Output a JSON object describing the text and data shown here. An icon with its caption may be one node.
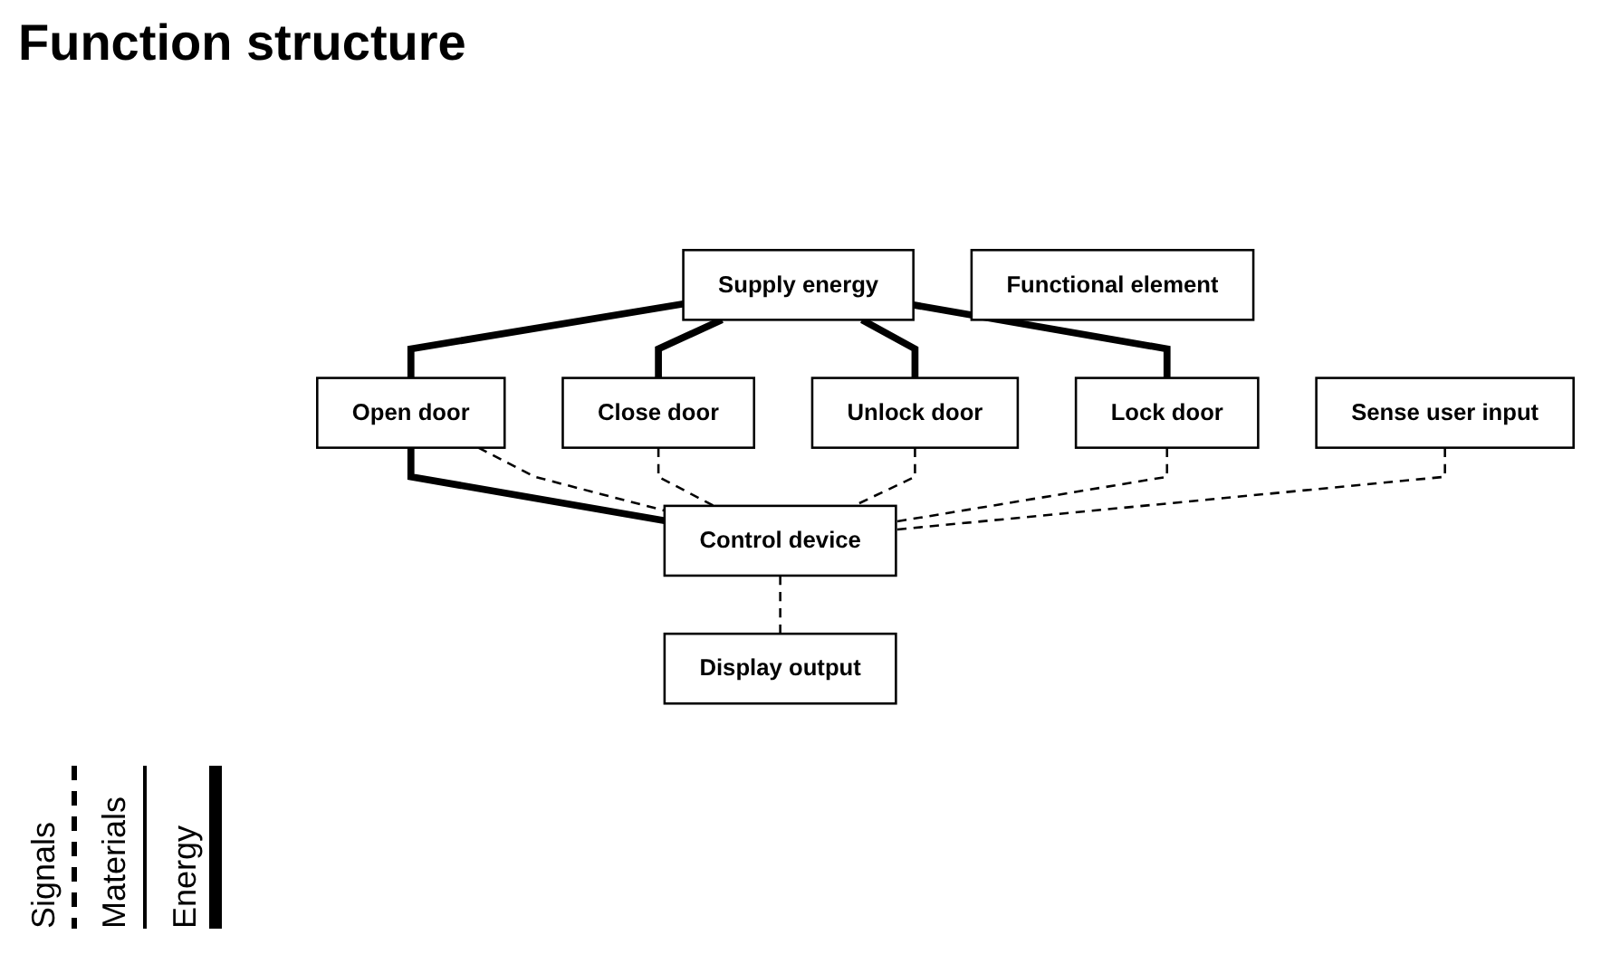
{
  "diagram": {
    "title": "Function structure",
    "nodes": [
      {
        "text": [
          "Supply energy"
        ]
      },
      {
        "text": [
          "Open door"
        ]
      },
      {
        "text": [
          "Close door"
        ]
      },
      {
        "text": [
          "Unlock door"
        ]
      },
      {
        "text": [
          "Lock door"
        ]
      },
      {
        "text": [
          "Sense user input"
        ]
      },
      {
        "text": [
          "Control device"
        ]
      },
      {
        "text": [
          "Display output"
        ]
      },
      {
        "text": [
          "Functional element"
        ]
      }
    ],
    "edges": [
      {
        "from": 0,
        "to": 1,
        "arrow": "none",
        "style": "thick"
      },
      {
        "from": 0,
        "to": 2,
        "arrow": "none",
        "style": "thick"
      },
      {
        "from": 0,
        "to": 3,
        "arrow": "none",
        "style": "thick"
      },
      {
        "from": 0,
        "to": 4,
        "arrow": "none",
        "style": "thick"
      },
      {
        "from": 1,
        "to": 6,
        "arrow": "none",
        "style": "thick"
      },
      {
        "from": 1,
        "to": 6,
        "arrow": "none",
        "style": "dashed"
      },
      {
        "from": 2,
        "to": 6,
        "arrow": "none",
        "style": "dashed"
      },
      {
        "from": 3,
        "to": 6,
        "arrow": "none",
        "style": "dashed"
      },
      {
        "from": 4,
        "to": 6,
        "arrow": "none",
        "style": "dashed"
      },
      {
        "from": 5,
        "to": 6,
        "arrow": "none",
        "style": "dashed"
      },
      {
        "from": 6,
        "to": 7,
        "arrow": "none",
        "style": "dashed"
      }
    ],
    "legend": [
      {
        "text": "Signals"
      },
      {
        "text": "Materials"
      },
      {
        "text": "Energy"
      }
    ]
  }
}
